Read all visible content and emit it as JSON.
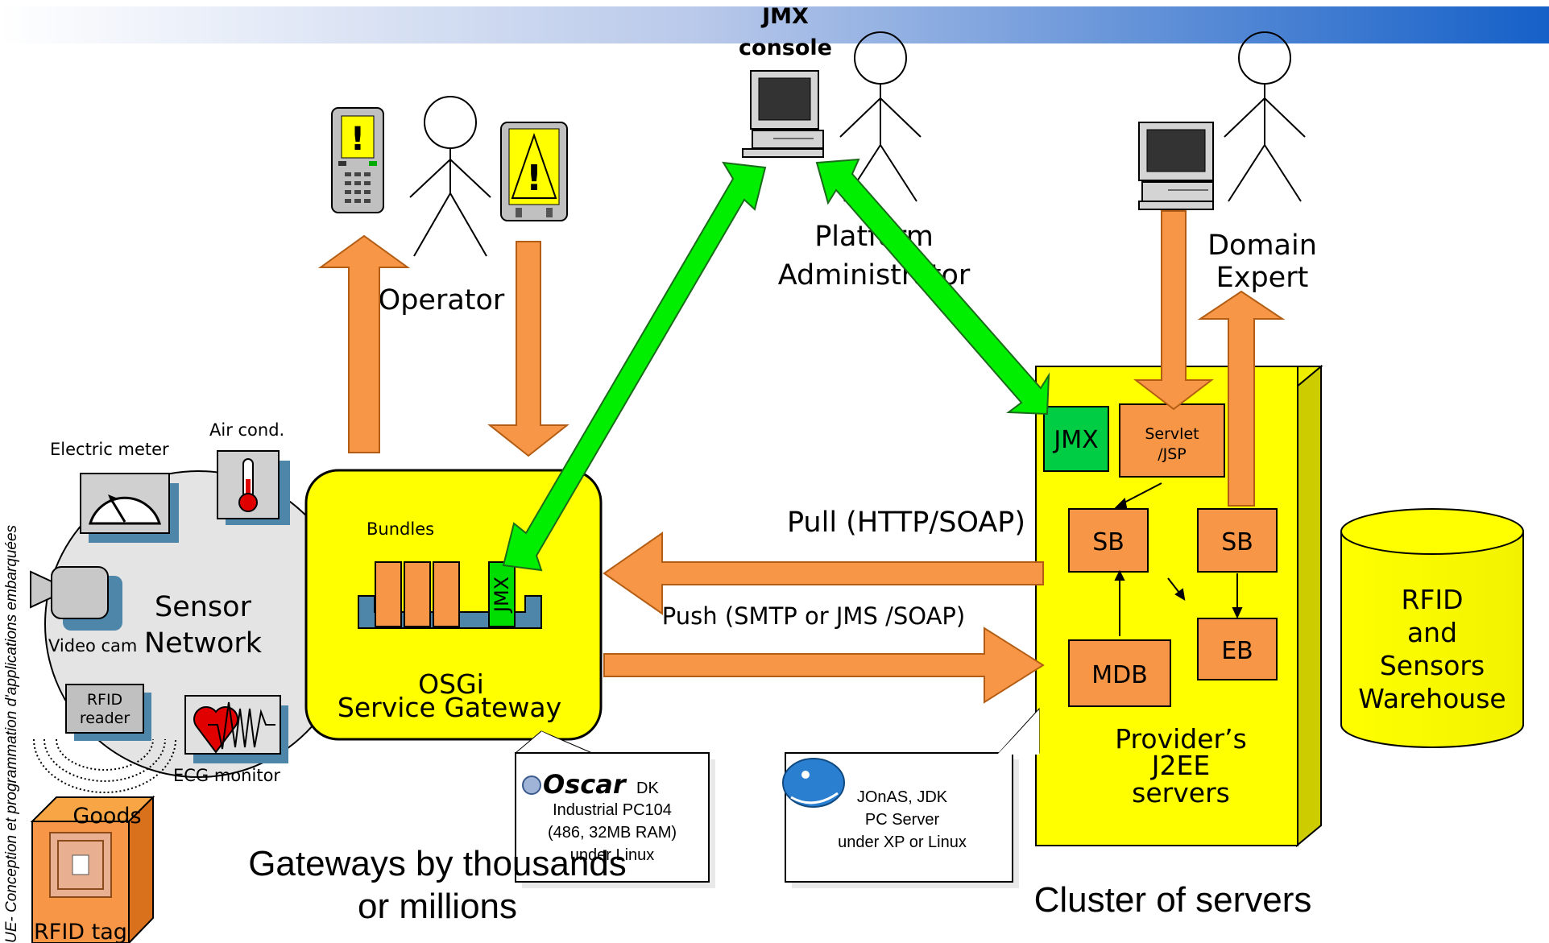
{
  "side_caption": "UE- Conception et programmation d'applications embarquées",
  "jmx_console": [
    "JMX",
    "console"
  ],
  "actors": {
    "operator": "Operator",
    "platform_admin": [
      "Platform",
      "Administrator"
    ],
    "domain_expert": [
      "Domain",
      "Expert"
    ]
  },
  "sensor_network": {
    "title": [
      "Sensor",
      "Network"
    ],
    "electric_meter": "Electric meter",
    "air_cond": "Air cond.",
    "video_cam": "Video cam",
    "rfid_reader": [
      "RFID",
      "reader"
    ],
    "ecg_monitor": "ECG monitor",
    "goods": "Goods",
    "rfid_tag": "RFID tag"
  },
  "gateway": {
    "bundles": "Bundles",
    "jmx": "JMX",
    "title": [
      "OSGi",
      "Service Gateway"
    ]
  },
  "oscar_note": {
    "logo": "Oscar",
    "logo_suffix": "DK",
    "lines": [
      "Industrial PC104",
      "(486, 32MB RAM)",
      "under Linux"
    ]
  },
  "jonas_note": {
    "lines": [
      "JOnAS, JDK",
      "PC Server",
      "under XP or Linux"
    ]
  },
  "links": {
    "pull": "Pull (HTTP/SOAP)",
    "push": "Push (SMTP or JMS /SOAP)"
  },
  "server": {
    "jmx": "JMX",
    "servlet": [
      "Servlet",
      "/JSP"
    ],
    "sb1": "SB",
    "sb2": "SB",
    "mdb": "MDB",
    "eb": "EB",
    "title": [
      "Provider’s",
      "J2EE",
      "servers"
    ]
  },
  "warehouse": [
    "RFID",
    "and",
    "Sensors",
    "Warehouse"
  ],
  "captions": {
    "gateways": [
      "Gateways by thousands",
      "or millions"
    ],
    "cluster": "Cluster of servers"
  },
  "colors": {
    "yellow": "#ffff00",
    "orange": "#f79646",
    "orange_box": "#f79646",
    "green": "#00ee00",
    "header_gradient": [
      "#ffffff",
      "#1560c8"
    ]
  }
}
